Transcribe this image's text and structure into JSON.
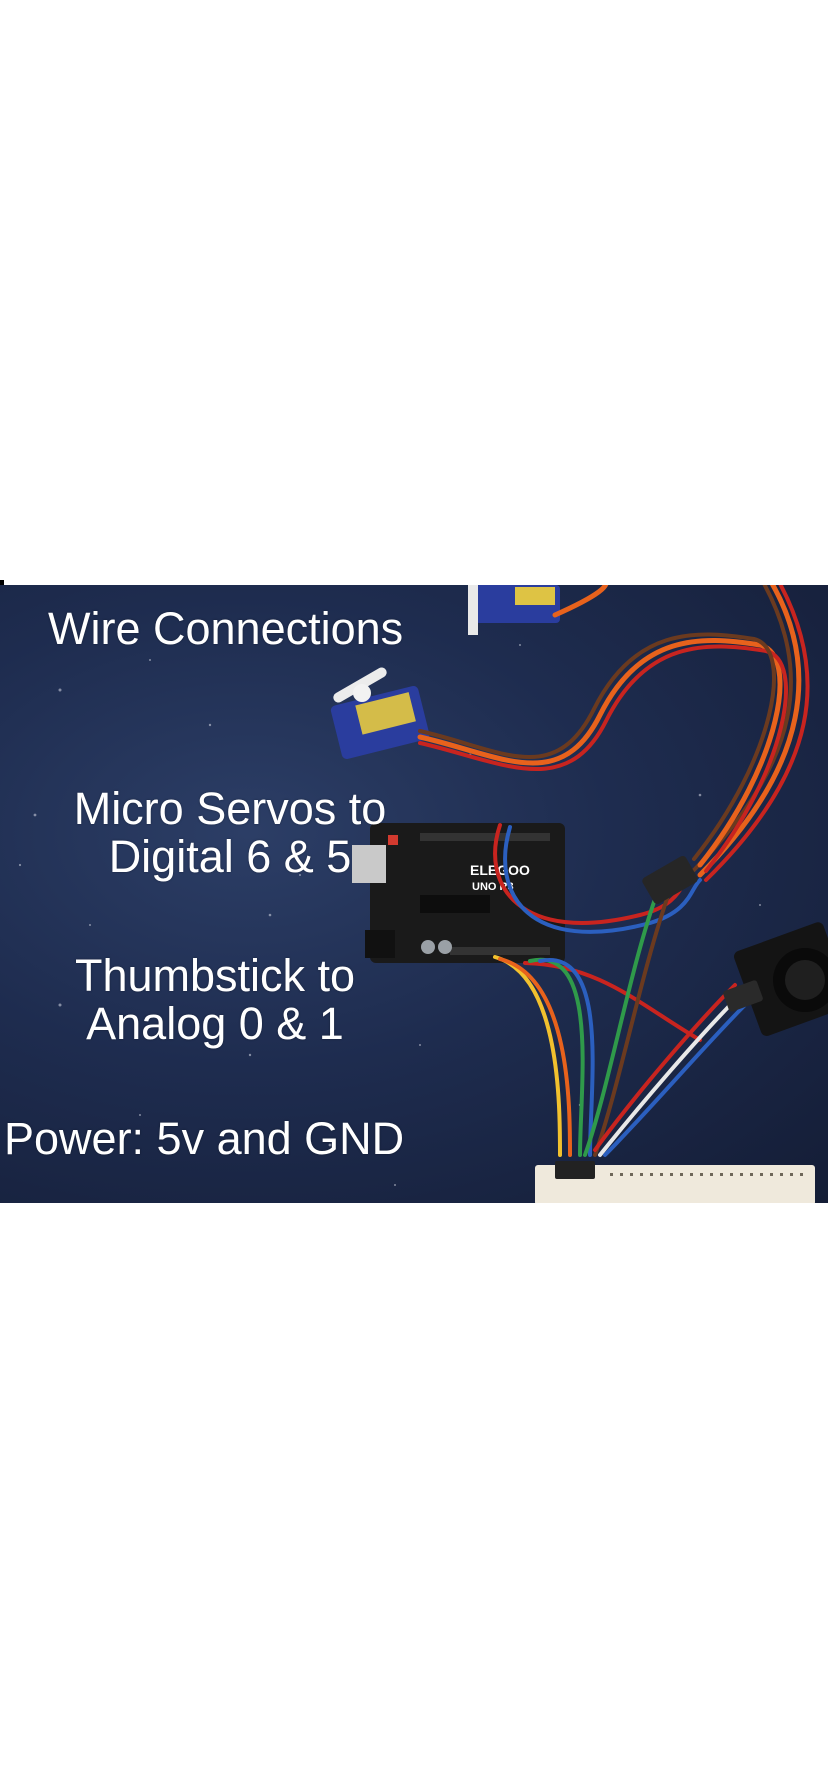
{
  "photo": {
    "title": "Wire Connections",
    "servo_caption": {
      "line1": "Micro Servos to",
      "line2": "Digital 6 & 5"
    },
    "thumbstick_caption": {
      "line1": "Thumbstick to",
      "line2": "Analog 0 & 1"
    },
    "power_caption": "Power: 5v and GND",
    "board_label": {
      "brand": "ELEGOO",
      "model": "UNO R3"
    }
  },
  "colors": {
    "page_background": "#ffffff",
    "mat_background": "#1e2c4f",
    "caption_text": "#ffffff",
    "board": "#1a1a1a",
    "servo_body": "#2a3d9e",
    "wire_orange": "#e8621c",
    "wire_red": "#c8241f",
    "wire_brown": "#6b3a1f",
    "wire_yellow": "#f2c12e",
    "wire_green": "#2f9a4a",
    "wire_blue": "#2b5fbf",
    "wire_white": "#e8e8e8",
    "breadboard": "#efe9dc"
  }
}
